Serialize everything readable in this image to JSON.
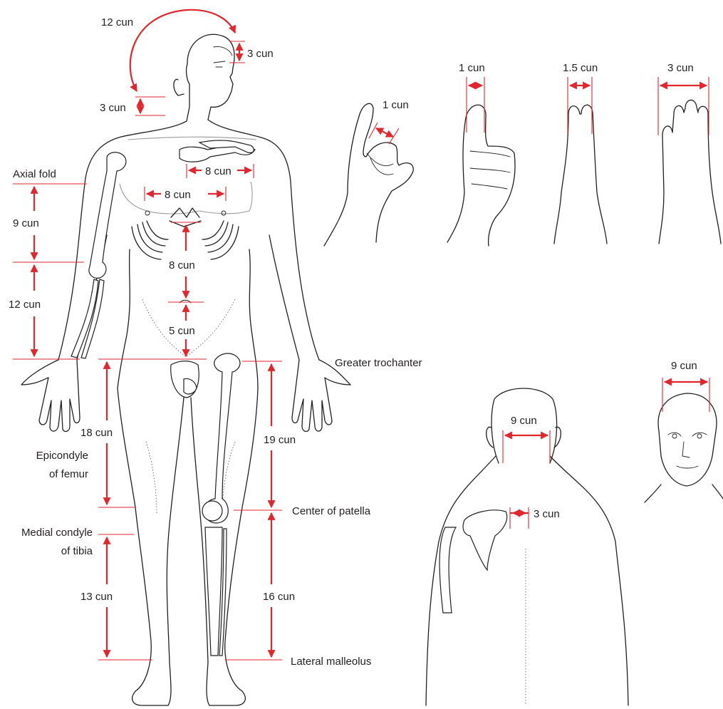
{
  "colors": {
    "accent": "#e1262d",
    "ink": "#231f20"
  },
  "labels": {
    "head_arc": "12 cun",
    "forehead": "3 cun",
    "nape": "3 cun",
    "clavicle": "8 cun",
    "chest": "8 cun",
    "axial_fold": "Axial fold",
    "upper_arm": "9 cun",
    "forearm": "12 cun",
    "upper_abdomen": "8 cun",
    "lower_abdomen": "5 cun",
    "greater_trochanter": "Greater trochanter",
    "thigh_medial": "18 cun",
    "thigh_lateral": "19 cun",
    "epicondyle": [
      "Epicondyle",
      "of femur"
    ],
    "center_patella": "Center of patella",
    "medial_condyle": [
      "Medial condyle",
      "of tibia"
    ],
    "lower_leg_medial": "13 cun",
    "lower_leg_lateral": "16 cun",
    "lateral_malleolus": "Lateral malleolus",
    "finger_joint": "1 cun",
    "thumb_width": "1 cun",
    "two_fingers": "1.5 cun",
    "four_fingers": "3 cun",
    "back_head": "9 cun",
    "scapula": "3 cun",
    "front_head": "9 cun"
  }
}
